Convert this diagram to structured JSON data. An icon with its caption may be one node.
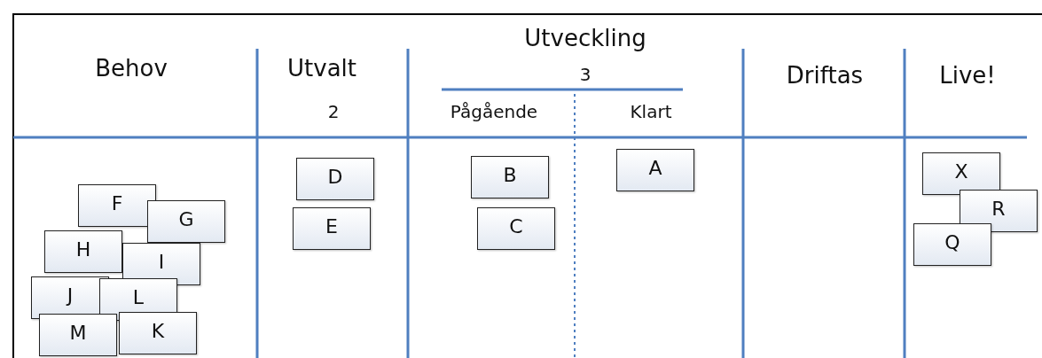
{
  "diagram": {
    "nodes": [
      {
        "text": [
          "F"
        ]
      },
      {
        "text": [
          "G"
        ]
      },
      {
        "text": [
          "H"
        ]
      },
      {
        "text": [
          "I"
        ]
      },
      {
        "text": [
          "J"
        ]
      },
      {
        "text": [
          "L"
        ]
      },
      {
        "text": [
          "M"
        ]
      },
      {
        "text": [
          "K"
        ]
      },
      {
        "text": [
          "D"
        ]
      },
      {
        "text": [
          "E"
        ]
      },
      {
        "text": [
          "B"
        ]
      },
      {
        "text": [
          "C"
        ]
      },
      {
        "text": [
          "A"
        ]
      },
      {
        "text": [
          "X"
        ]
      },
      {
        "text": [
          "R"
        ]
      },
      {
        "text": [
          "Q"
        ]
      }
    ],
    "labels": [
      "Behov",
      "Utvalt",
      "2",
      "Utveckling",
      "3",
      "Pågående",
      "Klart",
      "Driftas",
      "Live!"
    ]
  }
}
